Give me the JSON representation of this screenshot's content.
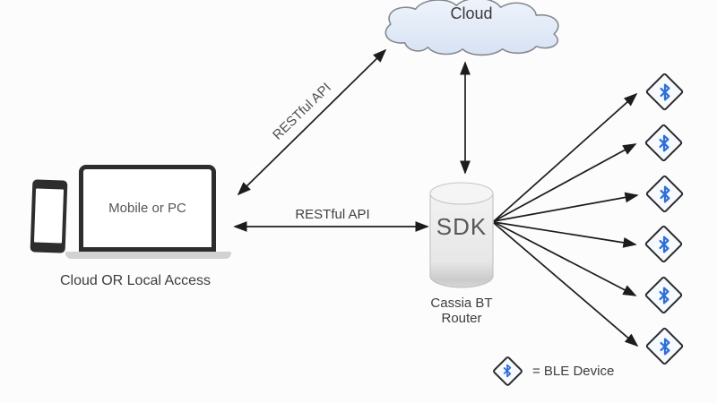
{
  "cloud": {
    "label": "Cloud"
  },
  "client": {
    "screen_label": "Mobile or PC",
    "caption": "Cloud OR Local Access"
  },
  "router": {
    "label": "SDK",
    "caption_line1": "Cassia BT",
    "caption_line2": "Router"
  },
  "links": {
    "cloud_api_label": "RESTful API",
    "local_api_label": "RESTful API"
  },
  "ble": {
    "count": 6,
    "legend_text": "= BLE Device"
  },
  "colors": {
    "background": "#fcfcfc",
    "arrow": "#1c1c1c",
    "cloud_fill_top": "#eff4fb",
    "cloud_fill_bottom": "#d7e2f4",
    "cloud_stroke": "#84898f",
    "bluetooth_blue": "#2e6fd6",
    "device_frame": "#2a2a2a",
    "hardware_dark": "#2d2d2d"
  }
}
